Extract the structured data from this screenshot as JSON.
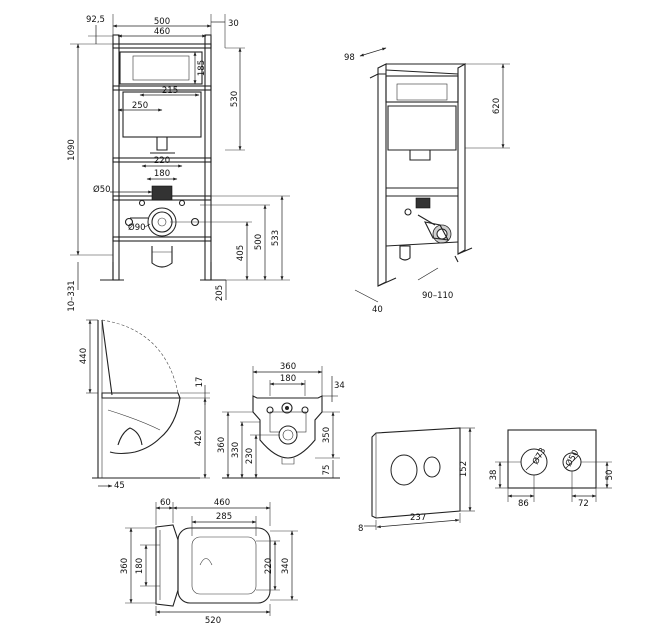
{
  "frame_front": {
    "width_total": "500",
    "width_inner": "460",
    "offset_right": "30",
    "offset_top": "92,5",
    "height_total": "1090",
    "panel_height": "185",
    "panel_width": "215",
    "tank_height": "530",
    "tank_offset": "250",
    "pipe_spacing_outer": "220",
    "pipe_spacing_inner": "180",
    "drain_diameter_small": "Ø50",
    "drain_diameter_large": "Ø90",
    "height_533": "533",
    "height_500": "500",
    "height_405": "405",
    "height_205": "205",
    "foot_range": "10–331"
  },
  "frame_side": {
    "depth": "98",
    "height": "620",
    "foot_depth": "40",
    "drain_range": "90–110"
  },
  "bowl_side": {
    "lid_height": "440",
    "rim_thickness": "17",
    "height": "420",
    "gap": "45"
  },
  "bowl_rear": {
    "width_outer": "360",
    "width_inner": "180",
    "top_offset": "34",
    "height_total": "350",
    "height_360": "360",
    "height_330": "330",
    "height_230": "230",
    "bottom_offset": "75"
  },
  "button_plate": {
    "height": "152",
    "width": "237",
    "thickness": "8"
  },
  "button_detail": {
    "big_diameter": "Ø73",
    "small_diameter": "Ø50",
    "left_offset": "86",
    "right_offset": "72",
    "left_height": "38",
    "right_height": "50"
  },
  "bowl_top": {
    "rear_offset": "60",
    "width_460": "460",
    "inner_285": "285",
    "height_360": "360",
    "height_180": "180",
    "height_220": "220",
    "height_340": "340",
    "length": "520"
  }
}
